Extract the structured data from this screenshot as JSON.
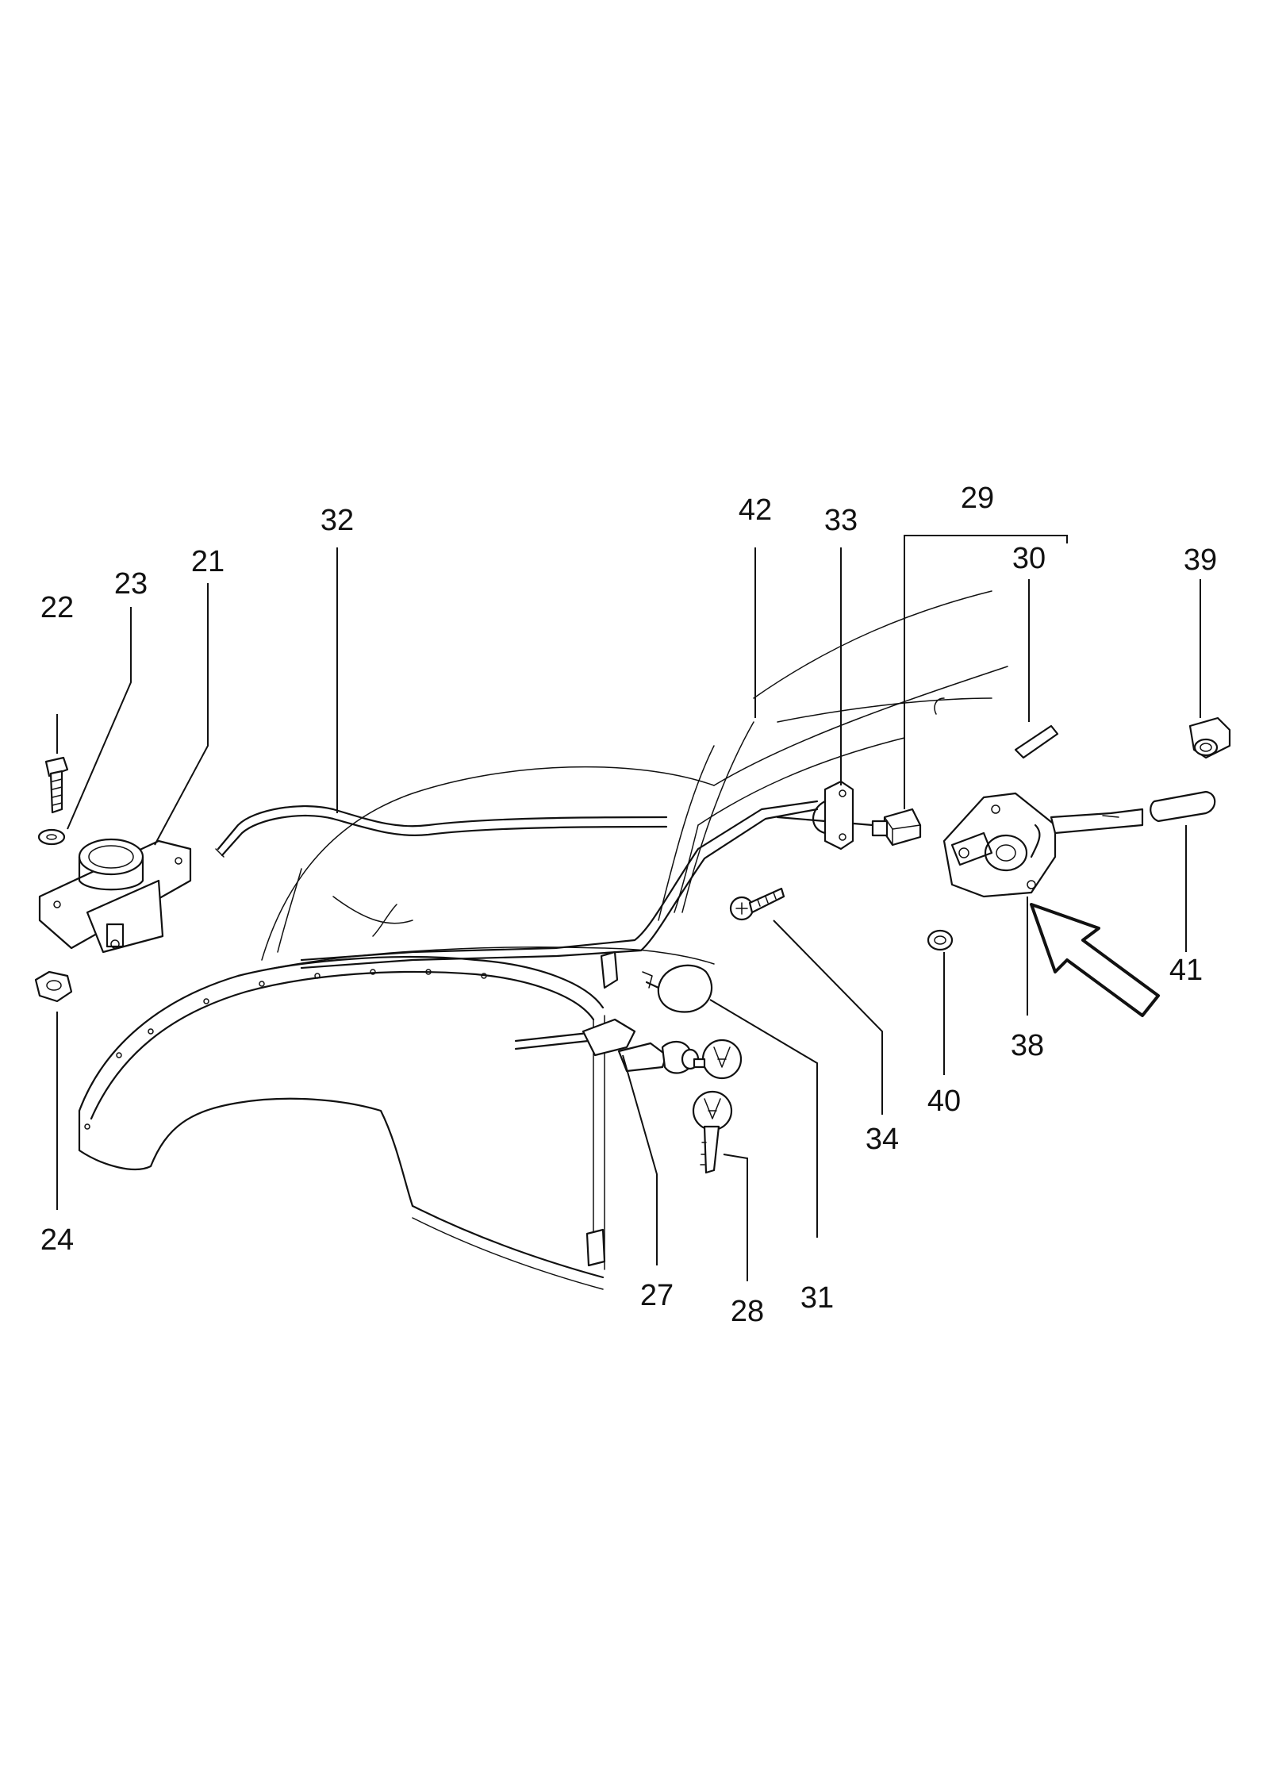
{
  "diagram": {
    "labels": {
      "p21": "21",
      "p22": "22",
      "p23": "23",
      "p24": "24",
      "p27": "27",
      "p28": "28",
      "p29": "29",
      "p30": "30",
      "p31": "31",
      "p32": "32",
      "p33": "33",
      "p34": "34",
      "p38": "38",
      "p39": "39",
      "p40": "40",
      "p41": "41",
      "p42": "42"
    }
  }
}
